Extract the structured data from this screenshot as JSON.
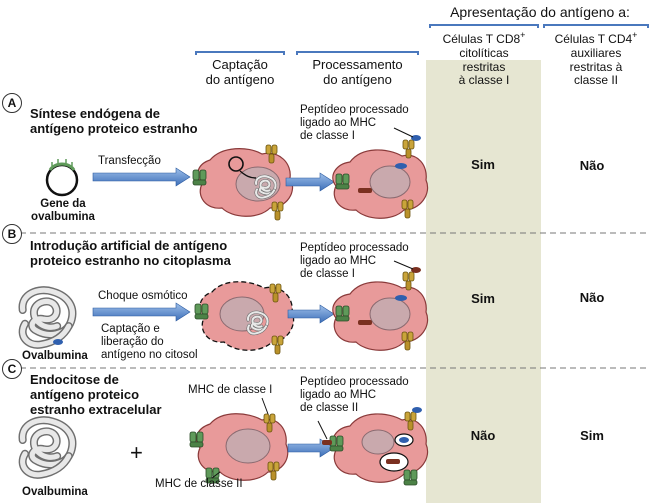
{
  "header": {
    "presentation_title": "Apresentação do antígeno a:",
    "col_capture": [
      "Captação",
      "do antígeno"
    ],
    "col_processing": [
      "Processamento",
      "do antígeno"
    ],
    "col_cd8": [
      "Células T CD8",
      "citolíticas",
      "restritas",
      "à classe I"
    ],
    "col_cd8_sup": "+",
    "col_cd4": [
      "Células T CD4",
      "auxiliares",
      "restritas à",
      "classe II"
    ],
    "col_cd4_sup": "+"
  },
  "rows": [
    {
      "letter": "A",
      "title": [
        "Síntese endógena de",
        "antígeno proteico estranho"
      ],
      "source_label": [
        "Gene da",
        "ovalbumina"
      ],
      "method_label": "Transfecção",
      "peptide_label": [
        "Peptídeo processado",
        "ligado ao MHC",
        "de classe I"
      ],
      "cd8": "Sim",
      "cd4": "Não"
    },
    {
      "letter": "B",
      "title": [
        "Introdução artificial de antígeno",
        "proteico estranho no citoplasma"
      ],
      "source_label": [
        "Ovalbumina"
      ],
      "method_label": "Choque osmótico",
      "method_label2": [
        "Captação e",
        "liberação do",
        "antígeno no citosol"
      ],
      "peptide_label": [
        "Peptídeo processado",
        "ligado ao MHC",
        "de classe I"
      ],
      "cd8": "Sim",
      "cd4": "Não"
    },
    {
      "letter": "C",
      "title": [
        "Endocitose de",
        "antígeno proteico",
        "estranho extracelular"
      ],
      "source_label": [
        "Ovalbumina"
      ],
      "plus": "+",
      "mhc1_label": "MHC de classe I",
      "mhc2_label": "MHC de classe II",
      "peptide_label": [
        "Peptídeo processado",
        "ligado ao MHC",
        "de classe II"
      ],
      "cd8": "Não",
      "cd4": "Sim"
    }
  ],
  "colors": {
    "column_shade": "#e6e6d2",
    "cell_fill": "#e89a9a",
    "cell_stroke": "#8a3a3a",
    "nucleus": "#c9a9ad",
    "arrow": "#3d6fb8",
    "mhc_class1": "#c9a43a",
    "mhc_class2": "#5f9a5a",
    "peptide": "#2f5fae"
  },
  "icons": [
    "arrow-right-icon",
    "cell-icon",
    "mhc-class-i-icon",
    "mhc-class-ii-icon",
    "gene-plasmid-icon",
    "ovalbumin-protein-icon"
  ]
}
